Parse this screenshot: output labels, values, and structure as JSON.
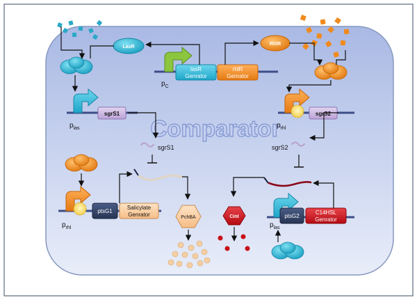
{
  "title": "Comparator",
  "genes": {
    "lasR": [
      "lasR",
      "Genrator"
    ],
    "rhlR": [
      "rhlR",
      "Genrator"
    ],
    "sgrS1": "sgrS1",
    "sgrS2": "sgrS2",
    "ptsG1": "ptsG1",
    "ptsG2": "ptsG2",
    "salicylate": [
      "Salicylate",
      "Genrator"
    ],
    "c14hsl": [
      "C14HSL",
      "Genrator"
    ]
  },
  "proteins": {
    "lasr": "LasR",
    "rhlr": "RhlR",
    "pchba": "PchBA",
    "cinl": "CinI"
  },
  "rna": {
    "sgrs1": "sgrS1",
    "sgrs2": "sgrS2"
  },
  "promoters": {
    "pc": {
      "main": "p",
      "sub": "C"
    },
    "plas_top": {
      "main": "p",
      "sub": "las"
    },
    "prhl_top": {
      "main": "p",
      "sub": "rhl"
    },
    "prhl_bottom": {
      "main": "p",
      "sub": "rhl"
    },
    "plas_bottom": {
      "main": "p",
      "sub": "las"
    }
  },
  "colors": {
    "cell_top": "#aebde6",
    "cell_bottom": "#e4eaf8",
    "cell_stroke": "#7d8fb8",
    "comparator_text": "#9fb0e0",
    "dna": "#3d4d86",
    "teal": "#2bb8d6",
    "orange": "#f08a1c",
    "green": "#8cc63f",
    "purple": "#c9b5e0",
    "navy": "#2e3c5e",
    "peach": "#fbd2a6",
    "red": "#d01018",
    "hex_peach": "#f7c792",
    "dot_peach": "#f4cfa3",
    "dark_red_rna": "#8b0a1a",
    "rna_lavender": "#b9a4cc",
    "repressor_yellow": "#f5d86a"
  }
}
